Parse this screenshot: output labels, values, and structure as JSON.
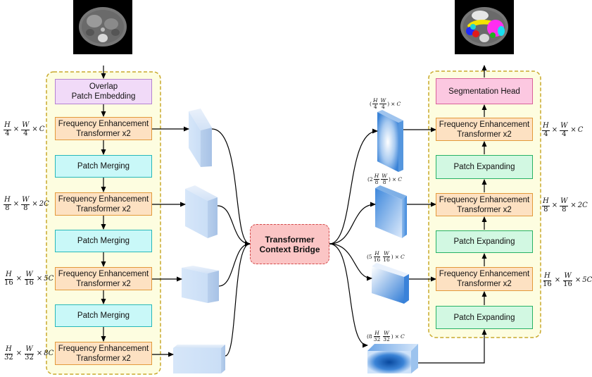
{
  "encoder": {
    "overlap_patch_embedding": "Overlap\nPatch Embedding",
    "stages": [
      {
        "block": "Frequency Enhancement\nTransformer x2",
        "dim": {
          "h": "H",
          "h_den": "4",
          "w": "W",
          "w_den": "4",
          "c": "C"
        }
      },
      {
        "block": "Frequency Enhancement\nTransformer x2",
        "dim": {
          "h": "H",
          "h_den": "8",
          "w": "W",
          "w_den": "8",
          "c": "2C"
        }
      },
      {
        "block": "Frequency Enhancement\nTransformer x2",
        "dim": {
          "h": "H",
          "h_den": "16",
          "w": "W",
          "w_den": "16",
          "c": "5C"
        }
      },
      {
        "block": "Frequency Enhancement\nTransformer x2",
        "dim": {
          "h": "H",
          "h_den": "32",
          "w": "W",
          "w_den": "32",
          "c": "8C"
        }
      }
    ],
    "patch_merging": [
      "Patch Merging",
      "Patch Merging",
      "Patch Merging"
    ]
  },
  "bridge": {
    "label": "Transformer\nContext Bridge"
  },
  "outputs": [
    {
      "lp": "(",
      "h": "H",
      "h_den": "4",
      "w": "W",
      "w_den": "4",
      "rp": ")",
      "c": "C"
    },
    {
      "lp": "(2",
      "h": "H",
      "h_den": "8",
      "w": "W",
      "w_den": "8",
      "rp": ")",
      "c": "C"
    },
    {
      "lp": "(5",
      "h": "H",
      "h_den": "16",
      "w": "W",
      "w_den": "16",
      "rp": ")",
      "c": "C"
    },
    {
      "lp": "(8",
      "h": "H",
      "h_den": "32",
      "w": "W",
      "w_den": "32",
      "rp": ")",
      "c": "C"
    }
  ],
  "decoder": {
    "segmentation_head": "Segmentation Head",
    "stages": [
      {
        "block": "Frequency Enhancement\nTransformer x2",
        "dim": {
          "h": "H",
          "h_den": "4",
          "w": "W",
          "w_den": "4",
          "c": "C"
        }
      },
      {
        "block": "Frequency Enhancement\nTransformer x2",
        "dim": {
          "h": "H",
          "h_den": "8",
          "w": "W",
          "w_den": "8",
          "c": "2C"
        }
      },
      {
        "block": "Frequency Enhancement\nTransformer x2",
        "dim": {
          "h": "H",
          "h_den": "16",
          "w": "W",
          "w_den": "16",
          "c": "5C"
        }
      }
    ],
    "patch_expanding": [
      "Patch Expanding",
      "Patch Expanding",
      "Patch Expanding"
    ]
  },
  "colors": {
    "frame_fill": "#fdfde0",
    "frame_border": "#c9a92c",
    "fet_fill": "#fde1c2",
    "patch_merging_fill": "#c9f8f8",
    "patch_expanding_fill": "#d2f8e2",
    "embedding_fill": "#f1daf8",
    "seg_head_fill": "#fcc8e1",
    "bridge_fill": "#fbc5c5"
  },
  "icons": {
    "input": "ct-scan-image",
    "output": "segmented-ct-image"
  }
}
